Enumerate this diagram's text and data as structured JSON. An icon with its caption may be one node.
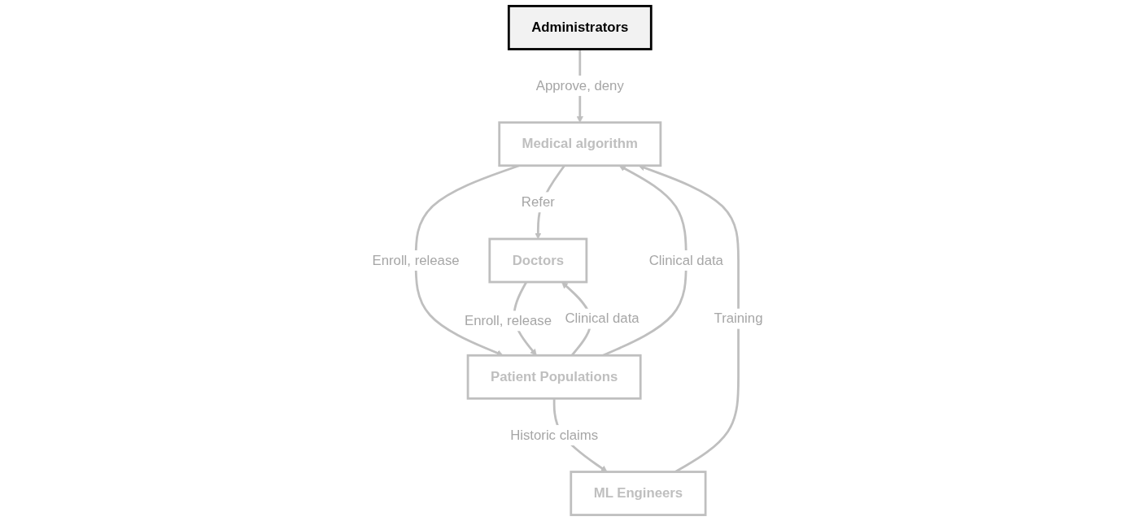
{
  "diagram": {
    "nodes": [
      {
        "text": [
          "Administrators"
        ]
      },
      {
        "text": [
          "ML Engineers"
        ]
      },
      {
        "text": [
          "Medical algorithm"
        ]
      },
      {
        "text": [
          "Doctors"
        ]
      },
      {
        "text": [
          "Patient Populations"
        ]
      }
    ],
    "edges": [
      {
        "from": 0,
        "to": 2,
        "arrow": "to",
        "label": "Approve, deny"
      },
      {
        "from": 1,
        "to": 2,
        "arrow": "to",
        "label": "Training"
      },
      {
        "from": 2,
        "to": 3,
        "arrow": "to",
        "label": "Refer"
      },
      {
        "from": 2,
        "to": 4,
        "arrow": "to",
        "label": "Enroll, release"
      },
      {
        "from": 3,
        "to": 4,
        "arrow": "to",
        "label": "Enroll, release"
      },
      {
        "from": 4,
        "to": 3,
        "arrow": "to",
        "label": "Clinical data"
      },
      {
        "from": 4,
        "to": 2,
        "arrow": "to",
        "label": "Clinical data"
      },
      {
        "from": 4,
        "to": 1,
        "arrow": "to",
        "label": "Historic claims"
      }
    ]
  }
}
